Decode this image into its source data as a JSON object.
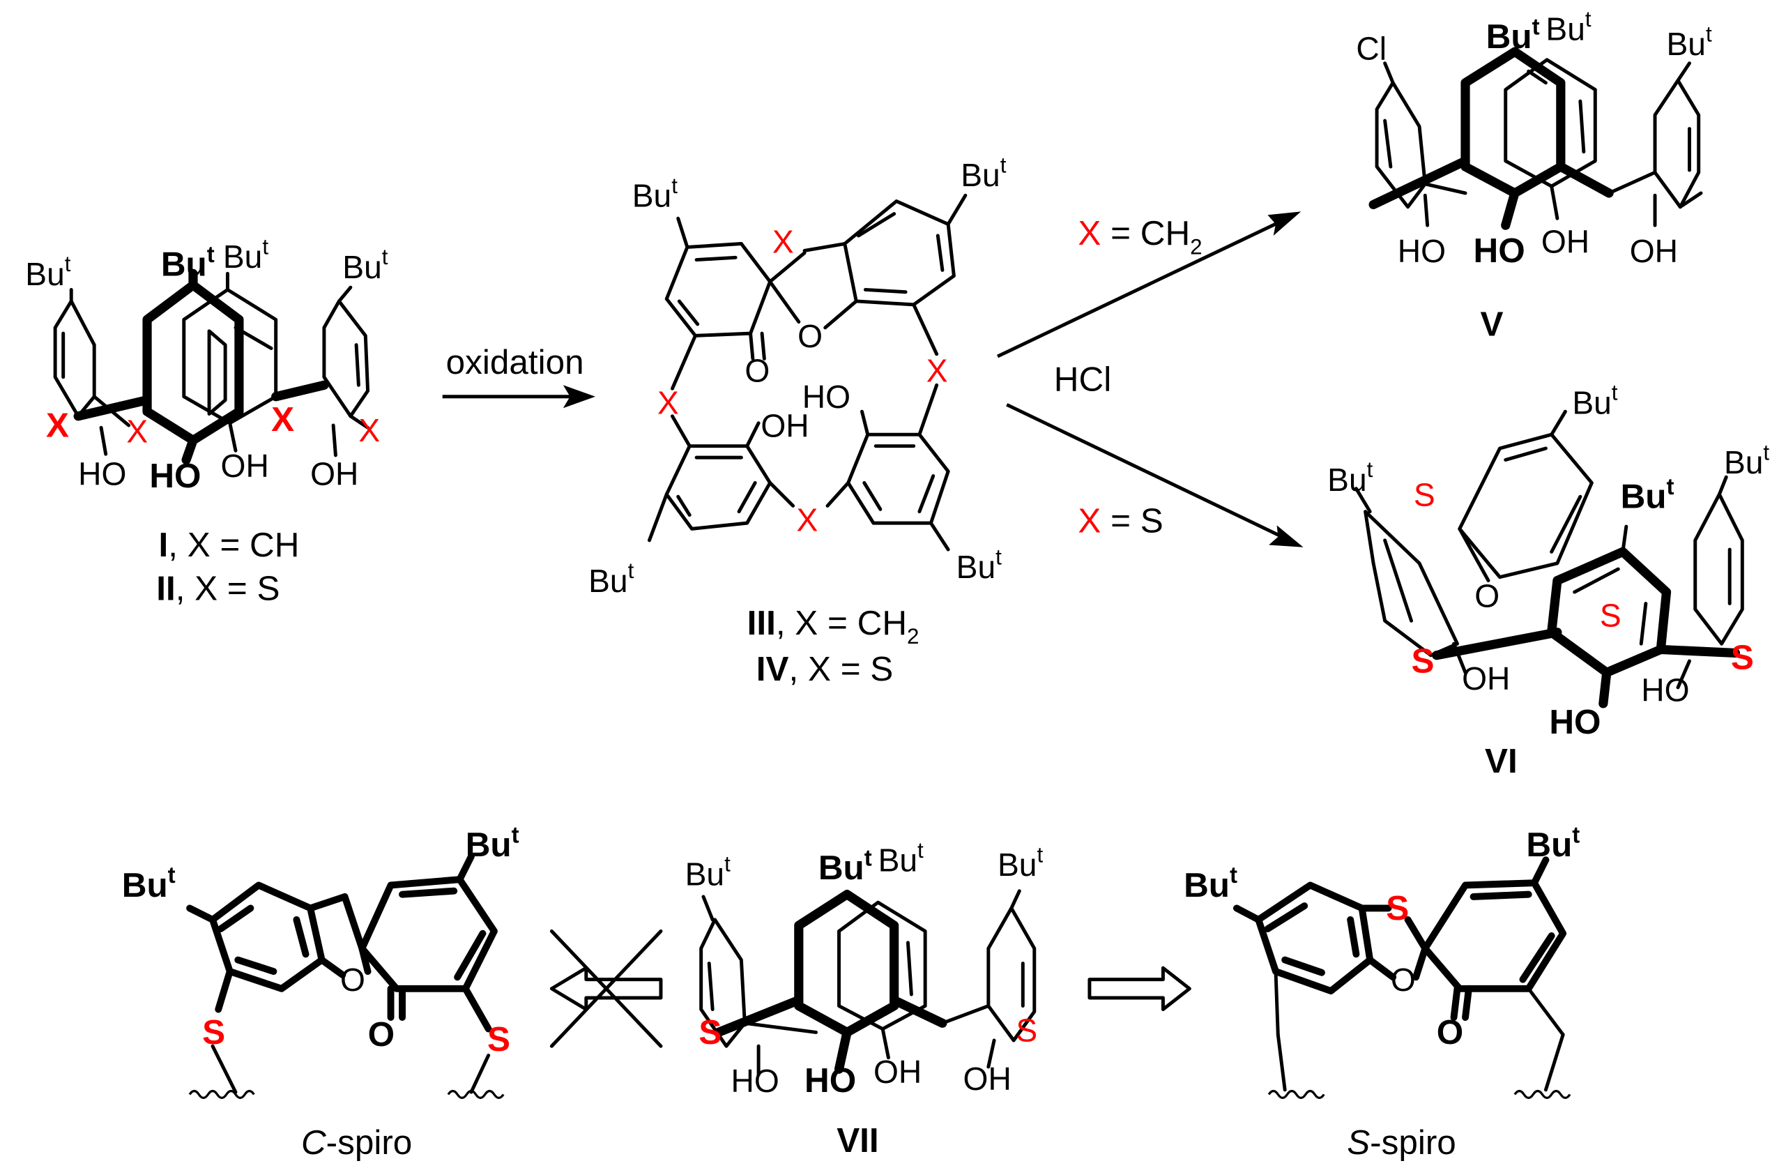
{
  "labels": {
    "but": "Bu",
    "t": "t",
    "ho": "HO",
    "oh": "OH",
    "o": "O",
    "x": "X",
    "s": "S",
    "cl": "Cl"
  },
  "compounds": {
    "c1_num": "I",
    "c1_def": ", X = CH",
    "c2_num": "II",
    "c2_def": ", X = S",
    "c3_num": "III",
    "c3_def": ", X = CH",
    "c3_sub": "2",
    "c4_num": "IV",
    "c4_def": ", X = S",
    "c5_num": "V",
    "c6_num": "VI",
    "c7_num": "VII"
  },
  "arrows": {
    "oxidation": "oxidation",
    "hcl": "HCl",
    "cond_top_x": "X",
    "cond_top_eq": " = CH",
    "cond_top_sub": "2",
    "cond_bot_x": "X",
    "cond_bot_eq": " = S"
  },
  "bottom": {
    "c_spiro_italic": "C",
    "c_spiro_rest": "-spiro",
    "s_spiro_italic": "S",
    "s_spiro_rest": "-spiro"
  },
  "colors": {
    "heteroatom": "#ff0000",
    "bond": "#000000",
    "background": "#ffffff"
  }
}
